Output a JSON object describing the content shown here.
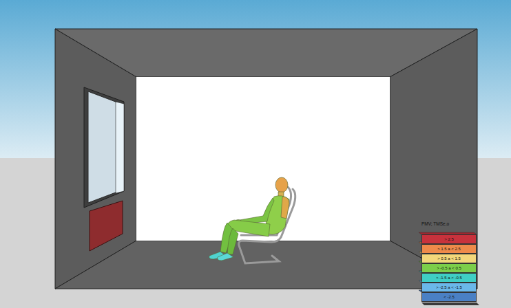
{
  "diagram": {
    "labels": [
      "PMV; TMSe,o"
    ],
    "legend": [
      {
        "text": "> 2.5",
        "color": "#c8323c"
      },
      {
        "text": "> 1.5 a < 2.5",
        "color": "#ee8a4a"
      },
      {
        "text": "> 0.5 a < 1.5",
        "color": "#f3d77a"
      },
      {
        "text": "> -0.5 a < 0.5",
        "color": "#7ccf4a"
      },
      {
        "text": "> -1.5 a < -0.5",
        "color": "#3fcfc4"
      },
      {
        "text": "> -2.5 a < -1.5",
        "color": "#6ab8ea"
      },
      {
        "text": "< -2.5",
        "color": "#4a80c4"
      }
    ]
  }
}
